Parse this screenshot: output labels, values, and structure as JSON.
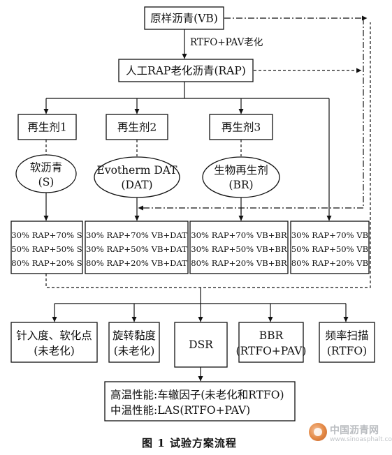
{
  "nodes": {
    "vb": "原样沥青(VB)",
    "aging_label": "RTFO+PAV老化",
    "rap": "人工RAP老化沥青(RAP)",
    "rej1": "再生剂1",
    "rej2": "再生剂2",
    "rej3": "再生剂3",
    "soft_line1": "软沥青",
    "soft_line2": "(S)",
    "dat_line1": "Evotherm DAT",
    "dat_line2": "(DAT)",
    "br_line1": "生物再生剂",
    "br_line2": "(BR)"
  },
  "blends": {
    "s": [
      "30% RAP+70% S",
      "50% RAP+50% S",
      "80% RAP+20% S"
    ],
    "dat": [
      "30% RAP+70% VB+DAT",
      "30% RAP+50% VB+DAT",
      "80% RAP+20% VB+DAT"
    ],
    "br": [
      "30% RAP+70% VB+BR",
      "30% RAP+50% VB+BR",
      "80% RAP+20% VB+BR"
    ],
    "vb": [
      "30% RAP+70% VB",
      "50% RAP+50% VB",
      "80% RAP+20% VB"
    ]
  },
  "tests": {
    "pen_line1": "针入度、软化点",
    "pen_line2": "(未老化)",
    "visc_line1": "旋转黏度",
    "visc_line2": "(未老化)",
    "dsr": "DSR",
    "bbr_line1": "BBR",
    "bbr_line2": "(RTFO+PAV)",
    "freq_line1": "频率扫描",
    "freq_line2": "(RTFO)"
  },
  "performance": {
    "high": "高温性能:车辙因子(未老化和RTFO)",
    "mid": "中温性能:LAS(RTFO+PAV)"
  },
  "caption": "图 1   试验方案流程",
  "watermark": {
    "title": "中国沥青网",
    "url": "www.sinoasphalt.com",
    "icon": "sinoasphalt-logo-icon"
  }
}
